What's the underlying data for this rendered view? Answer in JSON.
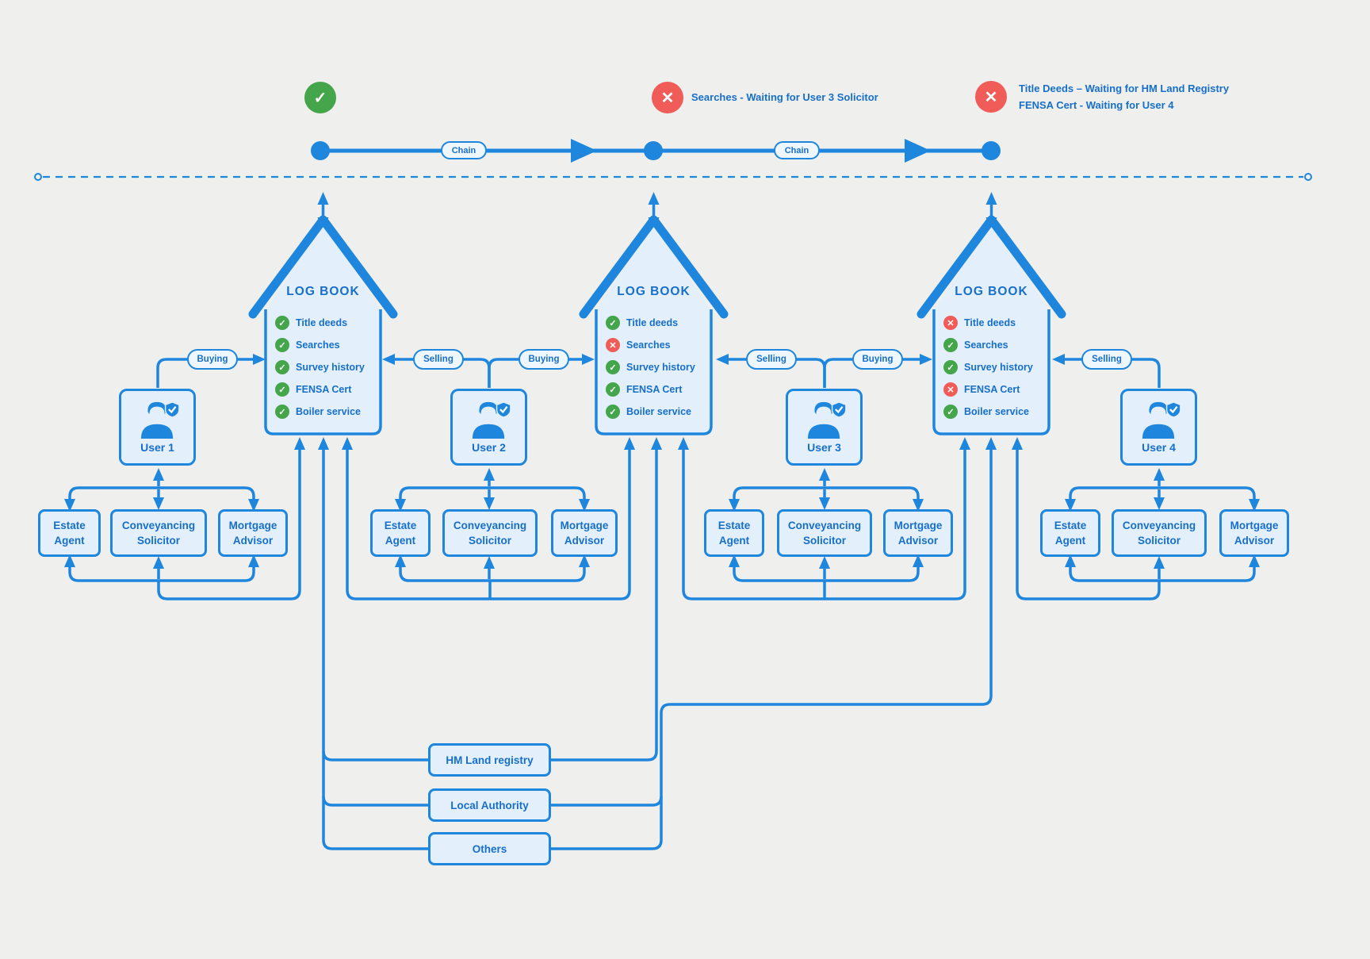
{
  "colors": {
    "line": "#1e86dd",
    "text": "#176fc9",
    "panel_fill": "#e3f0fc",
    "green": "#44a54a",
    "red": "#f05d59",
    "background": "#efefed"
  },
  "statuses": [
    {
      "icon": "check-icon",
      "lines": []
    },
    {
      "icon": "cross-icon",
      "lines": [
        "Searches - Waiting for User 3 Solicitor"
      ]
    },
    {
      "icon": "cross-icon",
      "lines": [
        "Title Deeds – Waiting for HM Land Registry",
        "FENSA Cert - Waiting for User 4"
      ]
    }
  ],
  "chain": {
    "labels": [
      "Chain",
      "Chain"
    ]
  },
  "houses": [
    {
      "title": "LOG BOOK",
      "items": [
        {
          "label": "Title deeds",
          "icon": "check-icon"
        },
        {
          "label": "Searches",
          "icon": "check-icon"
        },
        {
          "label": "Survey history",
          "icon": "check-icon"
        },
        {
          "label": "FENSA Cert",
          "icon": "check-icon"
        },
        {
          "label": "Boiler service",
          "icon": "check-icon"
        }
      ]
    },
    {
      "title": "LOG BOOK",
      "items": [
        {
          "label": "Title deeds",
          "icon": "check-icon"
        },
        {
          "label": "Searches",
          "icon": "cross-icon"
        },
        {
          "label": "Survey history",
          "icon": "check-icon"
        },
        {
          "label": "FENSA Cert",
          "icon": "check-icon"
        },
        {
          "label": "Boiler service",
          "icon": "check-icon"
        }
      ]
    },
    {
      "title": "LOG BOOK",
      "items": [
        {
          "label": "Title deeds",
          "icon": "cross-icon"
        },
        {
          "label": "Searches",
          "icon": "check-icon"
        },
        {
          "label": "Survey history",
          "icon": "check-icon"
        },
        {
          "label": "FENSA Cert",
          "icon": "cross-icon"
        },
        {
          "label": "Boiler service",
          "icon": "check-icon"
        }
      ]
    }
  ],
  "users": [
    {
      "label": "User 1",
      "pills": [
        "Buying"
      ],
      "services": [
        [
          "Estate",
          "Agent"
        ],
        [
          "Conveyancing",
          "Solicitor"
        ],
        [
          "Mortgage",
          "Advisor"
        ]
      ]
    },
    {
      "label": "User 2",
      "pills": [
        "Selling",
        "Buying"
      ],
      "services": [
        [
          "Estate",
          "Agent"
        ],
        [
          "Conveyancing",
          "Solicitor"
        ],
        [
          "Mortgage",
          "Advisor"
        ]
      ]
    },
    {
      "label": "User 3",
      "pills": [
        "Selling",
        "Buying"
      ],
      "services": [
        [
          "Estate",
          "Agent"
        ],
        [
          "Conveyancing",
          "Solicitor"
        ],
        [
          "Mortgage",
          "Advisor"
        ]
      ]
    },
    {
      "label": "User 4",
      "pills": [
        "Selling"
      ],
      "services": [
        [
          "Estate",
          "Agent"
        ],
        [
          "Conveyancing",
          "Solicitor"
        ],
        [
          "Mortgage",
          "Advisor"
        ]
      ]
    }
  ],
  "registries": [
    {
      "label": "HM Land registry"
    },
    {
      "label": "Local Authority"
    },
    {
      "label": "Others"
    }
  ]
}
